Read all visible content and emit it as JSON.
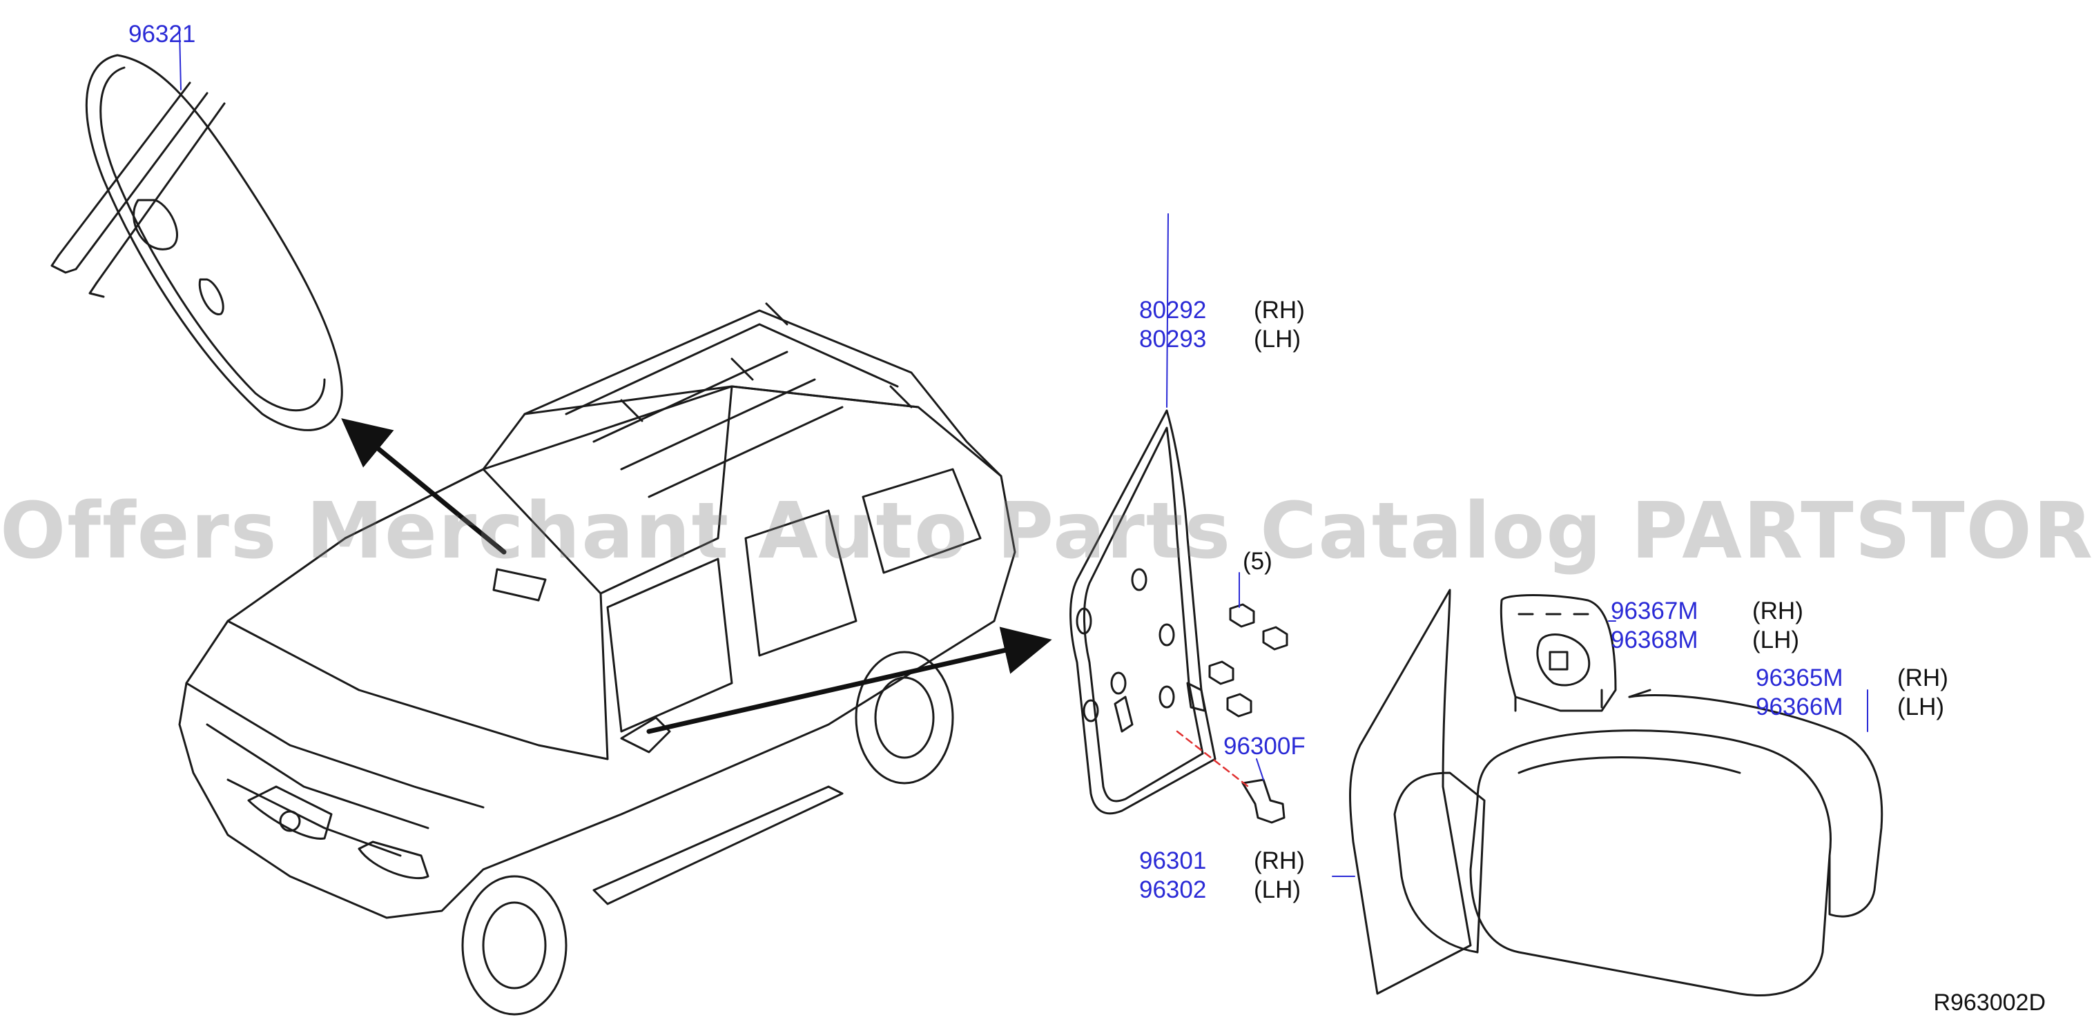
{
  "watermark": "Offers Merchant Auto Parts Catalog PARTSTORE.SA",
  "diagram_ref": "R963002D",
  "labels": {
    "p96321": {
      "num": "96321"
    },
    "p80292": {
      "num": "80292",
      "side": "(RH)"
    },
    "p80293": {
      "num": "80293",
      "side": "(LH)"
    },
    "nut": {
      "num": "(5)"
    },
    "p96367m": {
      "num": "96367M",
      "side": "(RH)"
    },
    "p96368m": {
      "num": "96368M",
      "side": "(LH)"
    },
    "p96365m": {
      "num": "96365M",
      "side": "(RH)"
    },
    "p96366m": {
      "num": "96366M",
      "side": "(LH)"
    },
    "p96300f": {
      "num": "96300F"
    },
    "p96301": {
      "num": "96301",
      "side": "(RH)"
    },
    "p96302": {
      "num": "96302",
      "side": "(LH)"
    }
  },
  "colors": {
    "part_number": "#2a2ad6",
    "line": "#1a1a1a",
    "leader_dash": "#e03030"
  }
}
